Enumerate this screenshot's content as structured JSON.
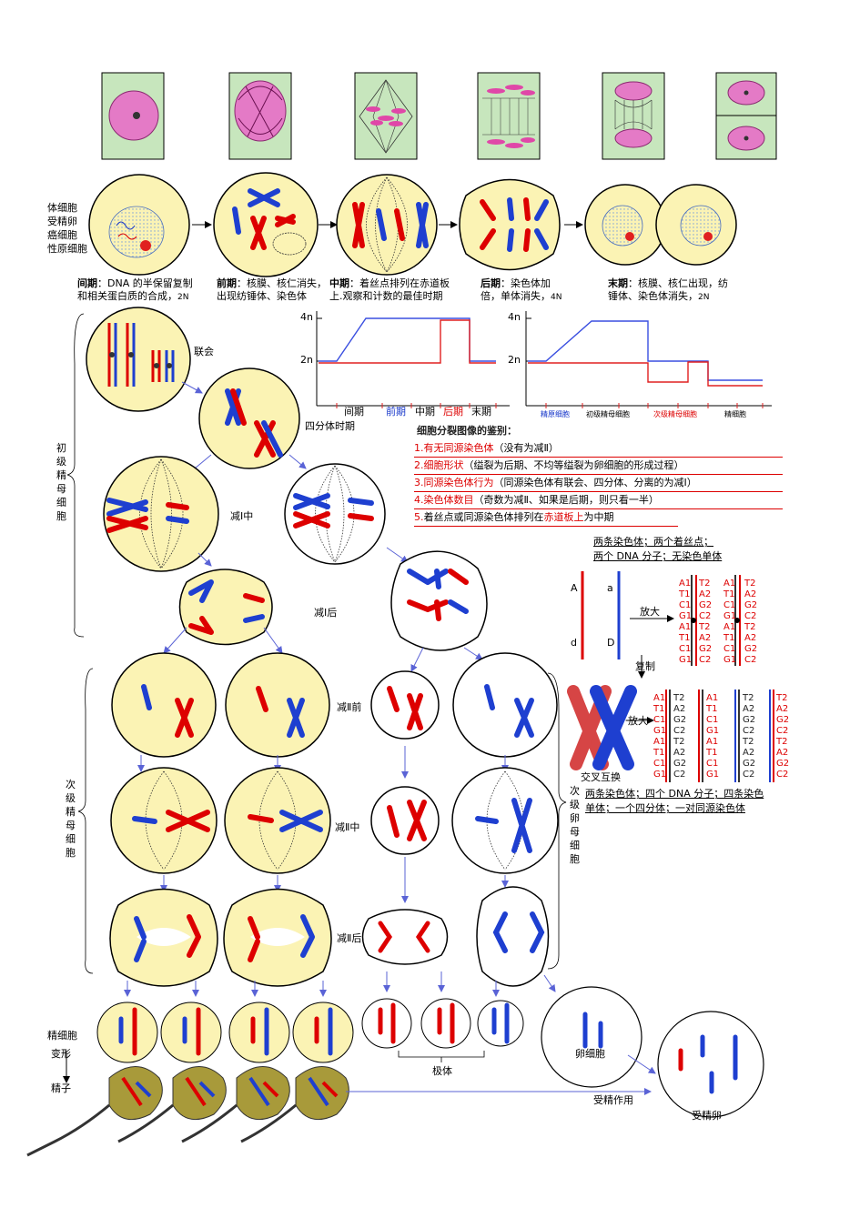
{
  "mitosis": {
    "cell_types": [
      "体细胞",
      "受精卵",
      "癌细胞",
      "性原细胞"
    ],
    "stages": [
      {
        "name": "间期",
        "desc1": "DNA 的半保留复制",
        "desc2": "和相关蛋白质的合成，",
        "count": "2N"
      },
      {
        "name": "前期",
        "desc1": "核膜、核仁消失，",
        "desc2": "出现纺锤体、染色体"
      },
      {
        "name": "中期",
        "desc1": "着丝点排列在赤道板",
        "desc2": "上.观察和计数的最佳时期"
      },
      {
        "name": "后期",
        "desc1": "染色体加",
        "desc2": "倍，单体消失，",
        "count": "4N"
      },
      {
        "name": "末期",
        "desc1": "核膜、核仁出现，纺",
        "desc2": "锤体、染色体消失，",
        "count": "2N"
      }
    ]
  },
  "graph1": {
    "y_ticks": [
      "4n",
      "2n"
    ],
    "x_labels": [
      "间期",
      "前期",
      "中期",
      "后期",
      "末期"
    ]
  },
  "graph2": {
    "y_ticks": [
      "4n",
      "2n"
    ],
    "x_labels": [
      "精原细胞",
      "初级精母细胞",
      "次级精母细胞",
      "精细胞"
    ]
  },
  "identification": {
    "title": "细胞分裂图像的鉴别：",
    "items": [
      {
        "n": "1.",
        "key": "有无同源染色体",
        "rest": "（没有为减Ⅱ）"
      },
      {
        "n": "2.",
        "key": "细胞形状",
        "rest": "（缢裂为后期、不均等缢裂为卵细胞的形成过程）"
      },
      {
        "n": "3.",
        "key": "同源染色体行为",
        "rest": "（同源染色体有联会、四分体、分离的为减Ⅰ）"
      },
      {
        "n": "4.",
        "key": "染色体数目",
        "rest": "（奇数为减Ⅱ、如果是后期，则只看一半）"
      },
      {
        "n": "5.",
        "key": "着丝点或同源染色体排列在",
        "mid": "赤道板上",
        "rest": "为中期"
      }
    ]
  },
  "meiosis": {
    "primary_label": "初级精母细胞",
    "secondary_label": "次级精母细胞",
    "oocyte_label": "次级卵母细胞",
    "synapsis": "联会",
    "tetrad": "四分体时期",
    "meta1": "减Ⅰ中",
    "ana1": "减Ⅰ后",
    "pro2": "减Ⅱ前",
    "meta2": "减Ⅱ中",
    "ana2": "减Ⅱ后",
    "spermatid": "精细胞",
    "transform": "变形",
    "sperm": "精子",
    "polar": "极体",
    "egg": "卵细胞",
    "fertilization": "受精作用",
    "zygote": "受精卵"
  },
  "dna": {
    "note1": "两条染色体；两个着丝点；",
    "note2": "两个 DNA 分子；无染色单体",
    "enlarge": "放大",
    "replicate": "复制",
    "enlarge2": "放大",
    "crossover": "交叉互换",
    "note3": "两条染色体；四个 DNA 分子；四条染色",
    "note4": "单体；一个四分体；一对同源染色体",
    "letters": [
      "A",
      "a",
      "d",
      "D"
    ],
    "strand_left": [
      "A1",
      "T1",
      "C1",
      "G1",
      "A1",
      "T1",
      "C1",
      "G1"
    ],
    "strand_right": [
      "T2",
      "A2",
      "G2",
      "C2",
      "T2",
      "A2",
      "G2",
      "C2"
    ]
  },
  "colors": {
    "red": "#d00000",
    "blue": "#1e3fd0",
    "cell": "#fbf3b4",
    "pink": "#e066b8",
    "green": "#c7e6bd"
  }
}
